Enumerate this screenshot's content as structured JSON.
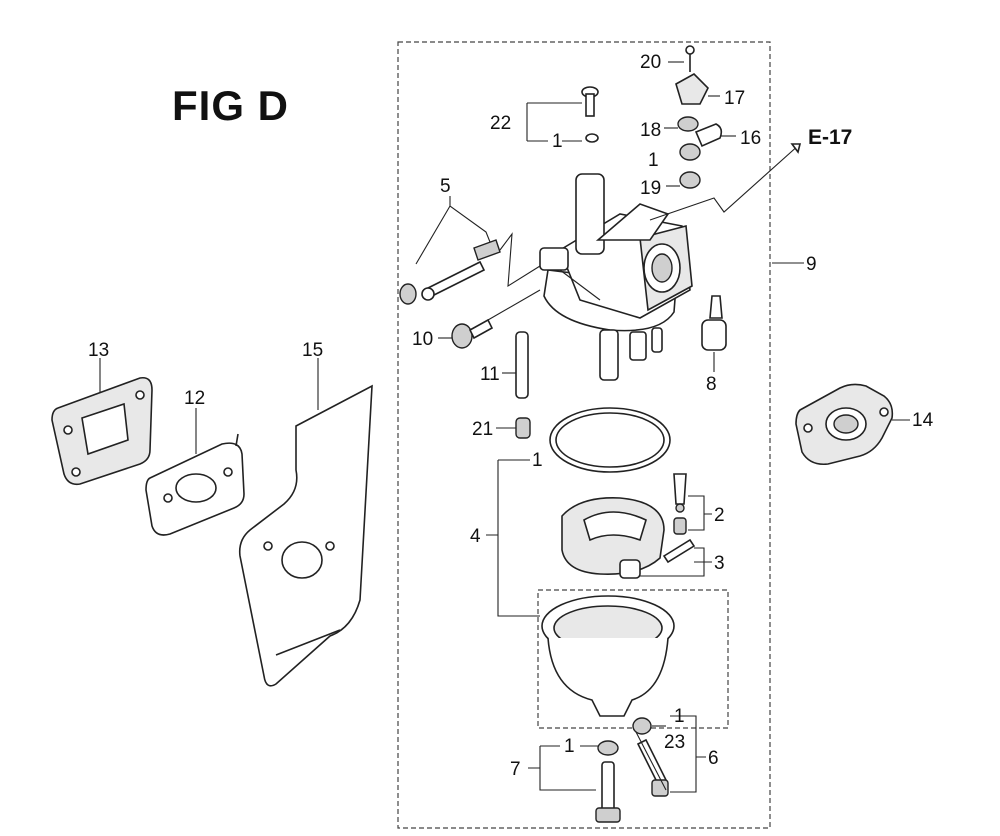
{
  "figure": {
    "title": "FIG D",
    "reference": "E-17"
  },
  "callouts": {
    "c1_a": "1",
    "c1_b": "1",
    "c1_c": "1",
    "c1_d": "1",
    "c1_e": "1",
    "c2": "2",
    "c3": "3",
    "c4": "4",
    "c5": "5",
    "c6": "6",
    "c7": "7",
    "c8": "8",
    "c9": "9",
    "c10": "10",
    "c11": "11",
    "c12": "12",
    "c13": "13",
    "c14": "14",
    "c15": "15",
    "c16": "16",
    "c17": "17",
    "c18": "18",
    "c19": "19",
    "c20": "20",
    "c21": "21",
    "c22": "22",
    "c23": "23"
  }
}
